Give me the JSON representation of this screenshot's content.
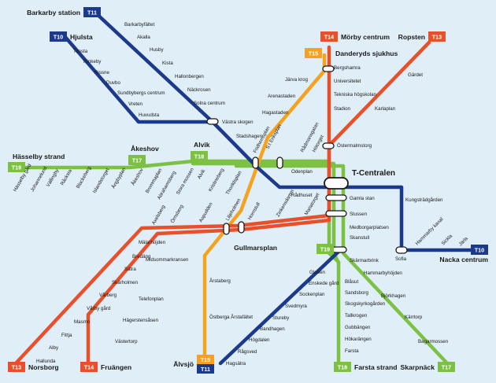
{
  "colors": {
    "red": "#e8502c",
    "blue": "#1c3a8c",
    "green": "#7cc143",
    "orange": "#f5a21f",
    "background": "#dfeef7"
  },
  "lines": {
    "T10": "T10",
    "T11": "T11",
    "T13": "T13",
    "T14": "T14",
    "T15": "T15",
    "T17": "T17",
    "T18": "T18",
    "T19": "T19"
  },
  "terminals": {
    "barkarby": "Barkarby station",
    "hjulsta": "Hjulsta",
    "morby": "Mörby centrum",
    "ropsten": "Ropsten",
    "danderyd": "Danderyds sjukhus",
    "hasselby": "Hässelby strand",
    "akeshov": "Åkeshov",
    "alvik": "Alvik",
    "tcentralen": "T-Centralen",
    "gullmarsplan": "Gullmarsplan",
    "nacka": "Nacka centrum",
    "norsborg": "Norsborg",
    "fruangen": "Fruängen",
    "alvsjo": "Älvsjö",
    "farsta": "Farsta strand",
    "skarpnack": "Skarpnäck"
  },
  "stations": {
    "barkarbyfaltet": "Barkarbyfältet",
    "akalla": "Akalla",
    "husby": "Husby",
    "kista": "Kista",
    "hallonbergen": "Hallonbergen",
    "nackrosen": "Näckrosen",
    "solna_centrum": "Solna centrum",
    "vastra_skogen": "Västra skogen",
    "stadshagen": "Stadshagen",
    "tensta": "Tensta",
    "rinkeby": "Rinkeby",
    "rissne": "Rissne",
    "duvbo": "Duvbo",
    "sundbyberg": "Sundbybergs centrum",
    "vreten": "Vreten",
    "huvudsta": "Huvudsta",
    "jarva_krog": "Järva krog",
    "arenastaden": "Arenastaden",
    "hagastaden": "Hagastaden",
    "bergshamra": "Bergshamra",
    "universitetet": "Universitetet",
    "tekniska": "Tekniska högskolan",
    "stadion": "Stadion",
    "gardet": "Gärdet",
    "karlaplan": "Karlaplan",
    "ostermalmstorg": "Östermalmstorg",
    "fridhemsplan": "Fridhemsplan",
    "st_eriksplan": "S:t Eriksplan",
    "radmansgatan": "Rådmansgatan",
    "hotorget": "Hötorget",
    "odenplan": "Odenplan",
    "radhuset": "Rådhuset",
    "gamla_stan": "Gamla stan",
    "slussen": "Slussen",
    "medborgarplatsen": "Medborgarplatsen",
    "skanstull": "Skanstull",
    "kungstradgarden": "Kungsträdgården",
    "hammarby_kanal": "Hammarby kanal",
    "sickla": "Sickla",
    "jarla": "Järla",
    "sofia": "Sofia",
    "hasselby_gard": "Hässelby gård",
    "johannelund": "Johannelund",
    "vallingby": "Vällingby",
    "rackesta": "Råcksta",
    "blackeberg": "Blackeberg",
    "islandstorget": "Islandstorget",
    "angbyplan": "Ängbyplan",
    "akeshov_st": "Åkeshov",
    "brommaplan": "Brommaplan",
    "abrahamsberg": "Abrahamsberg",
    "stora_mossen": "Stora mossen",
    "alvik_st": "Alvik",
    "kristineberg": "Kristineberg",
    "thorildsplan": "Thorildsplan",
    "aspudden": "Aspudden",
    "ornsberg": "Örnsberg",
    "axelsberg": "Axelsberg",
    "liljeholmen": "Liljeholmen",
    "hornstull": "Hornstull",
    "zinkensdamm": "Zinkensdamm",
    "mariatorget": "Mariatorget",
    "malarhojden": "Mälarhöjden",
    "bredang": "Bredäng",
    "midsommarkransen": "Midsommarkransen",
    "satra": "Sätra",
    "skarholmen": "Skärholmen",
    "varberg": "Vårberg",
    "varby_gard": "Vårby gård",
    "masmo": "Masmo",
    "fittja": "Fittja",
    "alby": "Alby",
    "hallunda": "Hallunda",
    "telefonplan": "Telefonplan",
    "hagerstensasen": "Hägerstensåsen",
    "vastertorp": "Västertorp",
    "arstaberg": "Årstaberg",
    "ostberga": "Östberga Årstafältet",
    "skarmarbrink": "Skärmarbrink",
    "hammarbyhojden": "Hammarbyhöjden",
    "bjorkhagen": "Björkhagen",
    "karrtorp": "Kärrtorp",
    "bagarmossen": "Bagarmossen",
    "globen": "Globen",
    "enskede_gard": "Enskede gård",
    "sockenplan": "Sockenplan",
    "svedmyra": "Svedmyra",
    "stureby": "Stureby",
    "bandhagen": "Bandhagen",
    "hogdalen": "Högdalen",
    "ragsved": "Rågsved",
    "hagsatra": "Hagsätra",
    "blasut": "Blåsut",
    "sandsborg": "Sandsborg",
    "skogskyrkogarden": "Skogskyrkogården",
    "tallkrogen": "Tallkrogen",
    "gubbangen": "Gubbängen",
    "hokarangen": "Hökarängen",
    "farsta_st": "Farsta"
  }
}
